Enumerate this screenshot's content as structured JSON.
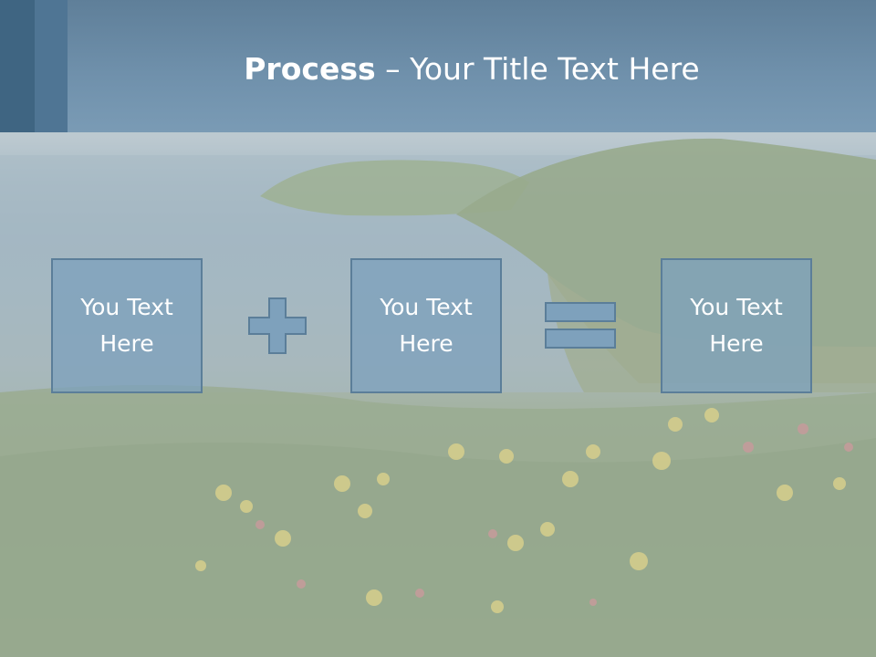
{
  "slide": {
    "title_bold": "Process",
    "title_dash": " – ",
    "title_rest": "Your Title Text Here",
    "boxes": [
      {
        "text": "You Text Here"
      },
      {
        "text": "You Text Here"
      },
      {
        "text": "You Text Here"
      }
    ],
    "operators": [
      "plus-icon",
      "equals-icon"
    ],
    "colors": {
      "header": "#6f90ab",
      "header_dark_bar": "#3f6582",
      "box_fill": "#7ea1bc",
      "box_border": "#5b7e99",
      "text": "#ffffff"
    },
    "background": "faded coastal landscape with flowers"
  }
}
